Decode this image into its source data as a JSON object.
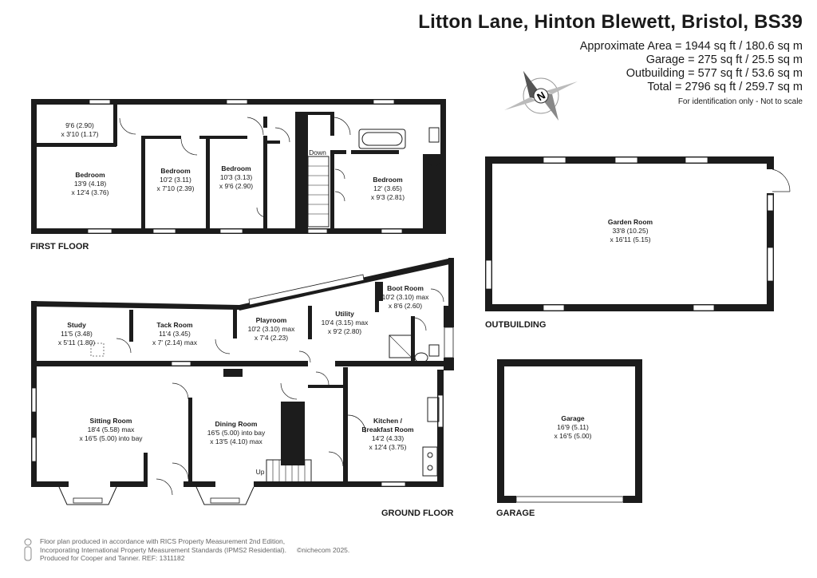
{
  "header": {
    "title": "Litton Lane, Hinton Blewett, Bristol, BS39",
    "area_lines": [
      "Approximate Area = 1944 sq ft / 180.6 sq m",
      "Garage = 275 sq ft / 25.5 sq m",
      "Outbuilding = 577 sq ft / 53.6 sq m",
      "Total = 2796 sq ft / 259.7 sq m"
    ],
    "note": "For identification only - Not to scale",
    "compass_letter": "N"
  },
  "floors": {
    "first_floor": {
      "label": "FIRST FLOOR",
      "rooms": [
        {
          "name": "",
          "dims": [
            "9'6 (2.90)",
            "x 3'10 (1.17)"
          ]
        },
        {
          "name": "Bedroom",
          "dims": [
            "13'9 (4.18)",
            "x 12'4 (3.76)"
          ]
        },
        {
          "name": "Bedroom",
          "dims": [
            "10'2 (3.11)",
            "x 7'10 (2.39)"
          ]
        },
        {
          "name": "Bedroom",
          "dims": [
            "10'3 (3.13)",
            "x 9'6 (2.90)"
          ]
        },
        {
          "name": "Bedroom",
          "dims": [
            "12' (3.65)",
            "x 9'3 (2.81)"
          ]
        }
      ],
      "stair_label": "Down"
    },
    "ground_floor": {
      "label": "GROUND FLOOR",
      "rooms": [
        {
          "name": "Study",
          "dims": [
            "11'5 (3.48)",
            "x 5'11 (1.80)"
          ]
        },
        {
          "name": "Tack Room",
          "dims": [
            "11'4 (3.45)",
            "x 7' (2.14) max"
          ]
        },
        {
          "name": "Playroom",
          "dims": [
            "10'2 (3.10) max",
            "x 7'4 (2.23)"
          ]
        },
        {
          "name": "Utility",
          "dims": [
            "10'4 (3.15) max",
            "x 9'2 (2.80)"
          ]
        },
        {
          "name": "Boot Room",
          "dims": [
            "10'2 (3.10) max",
            "x 8'6 (2.60)"
          ]
        },
        {
          "name": "Sitting Room",
          "dims": [
            "18'4 (5.58) max",
            "x 16'5 (5.00) into bay"
          ]
        },
        {
          "name": "Dining Room",
          "dims": [
            "16'5 (5.00) into bay",
            "x 13'5 (4.10) max"
          ]
        },
        {
          "name": "Kitchen /",
          "name2": "Breakfast Room",
          "dims": [
            "14'2 (4.33)",
            "x 12'4 (3.75)"
          ]
        }
      ],
      "stair_label": "Up"
    },
    "outbuilding": {
      "label": "OUTBUILDING",
      "rooms": [
        {
          "name": "Garden Room",
          "dims": [
            "33'8 (10.25)",
            "x 16'11 (5.15)"
          ]
        }
      ]
    },
    "garage": {
      "label": "GARAGE",
      "rooms": [
        {
          "name": "Garage",
          "dims": [
            "16'9 (5.11)",
            "x 16'5 (5.00)"
          ]
        }
      ]
    }
  },
  "footer": {
    "lines": [
      "Floor plan produced in accordance with RICS Property Measurement 2nd Edition,",
      "Incorporating International Property Measurement Standards (IPMS2 Residential).",
      "Produced for Cooper and Tanner.  REF: 1311182"
    ],
    "brand": "©nichecom 2025."
  }
}
